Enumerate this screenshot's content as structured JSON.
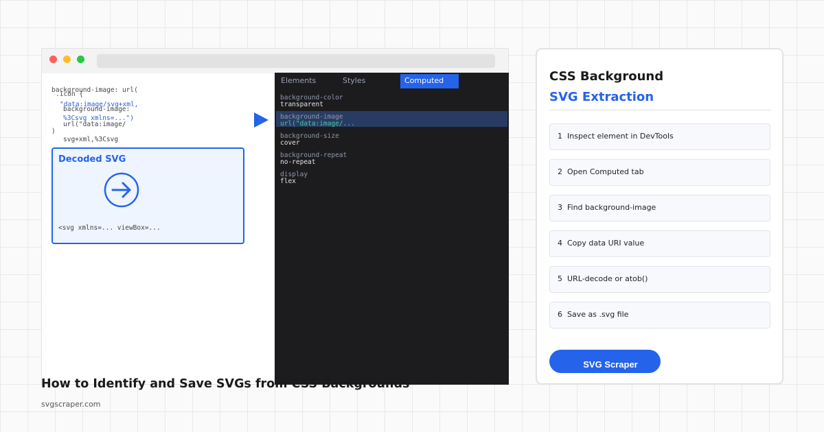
{
  "browser": {
    "code_lines": {
      "l1": "background-image: url(",
      "l2": ".icon {",
      "l3": "\"data:image/svg+xml,",
      "l4": "background-image:",
      "l5": "%3Csvg xmlns=...\")",
      "l6": "url(\"data:image/",
      "l7": ")",
      "l8": "svg+xml,%3Csvg"
    },
    "decoded": {
      "title": "Decoded SVG",
      "code": "<svg xmlns=... viewBox=..."
    }
  },
  "devtools": {
    "tabs": {
      "elements": "Elements",
      "styles": "Styles",
      "computed": "Computed"
    },
    "properties": [
      {
        "name": "background-color",
        "value": "transparent"
      },
      {
        "name": "background-image",
        "value": "url(\"data:image/..."
      },
      {
        "name": "background-size",
        "value": "cover"
      },
      {
        "name": "background-repeat",
        "value": "no-repeat"
      },
      {
        "name": "display",
        "value": "flex"
      }
    ]
  },
  "page": {
    "title": "How to Identify and Save SVGs from CSS Backgrounds",
    "url": "svgscraper.com"
  },
  "card": {
    "title": "CSS Background",
    "subtitle": "SVG Extraction",
    "steps": [
      {
        "num": "1",
        "label": "Inspect element in DevTools"
      },
      {
        "num": "2",
        "label": "Open Computed tab"
      },
      {
        "num": "3",
        "label": "Find background-image"
      },
      {
        "num": "4",
        "label": "Copy data URI value"
      },
      {
        "num": "5",
        "label": "URL-decode or atob()"
      },
      {
        "num": "6",
        "label": "Save as .svg file"
      }
    ],
    "cta_label": "SVG Scraper"
  },
  "colors": {
    "accent": "#2563eb",
    "devtools_bg": "#1c1c1f",
    "highlight_row": "#283c63",
    "value_green": "#4ec99b"
  },
  "icons": {
    "decoded_icon": "arrow-right-circle-icon",
    "pointer": "triangle-right-icon"
  }
}
